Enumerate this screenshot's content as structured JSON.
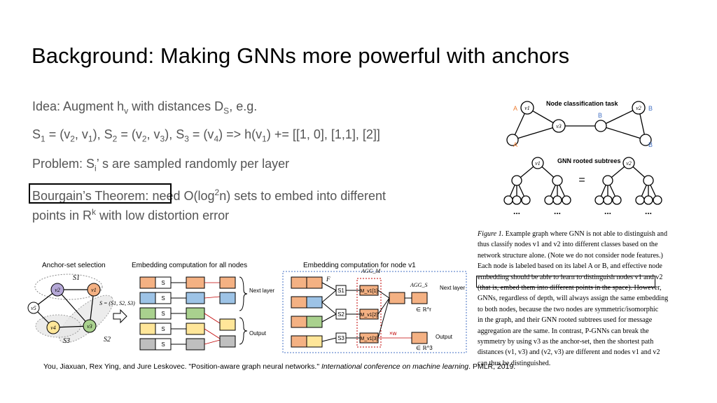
{
  "slide": {
    "title": "Background: Making GNNs more powerful with anchors",
    "bullets": {
      "idea": {
        "pre": "Idea: Augment h",
        "sub1": "v",
        "mid": " with distances D",
        "sub2": "S",
        "post": ", e.g."
      },
      "sets": {
        "parts": [
          "S",
          "1",
          " = (v",
          "2",
          ", v",
          "1",
          "), S",
          "2",
          " = (v",
          "2",
          ", v",
          "3",
          "), S",
          "3",
          " = (v",
          "4",
          ") => h(v",
          "1",
          ") += [[1, 0], [1,1], [2]]"
        ]
      },
      "problem": {
        "pre": "Problem: S",
        "sub": "i",
        "post": "’ s are sampled randomly per layer"
      },
      "bourgain": {
        "boxed": "Bourgain’s Theorem:",
        "pre": " need O(log",
        "sup": "2",
        "post": "n) sets to embed into different",
        "line2_pre": "points in R",
        "line2_sup": "k",
        "line2_post": " with low distortion error"
      }
    },
    "citation": {
      "pre": "You, Jiaxuan, Rex Ying, and Jure Leskovec. \"Position-aware graph neural networks.\" ",
      "venue": "International conference on machine learning",
      "post": ". PMLR, 2019."
    }
  },
  "figure1": {
    "top_label": "Node classification task",
    "subtree_label": "GNN rooted subtrees",
    "node_labels": {
      "A": "A",
      "B": "B"
    },
    "equals": "=",
    "dots": "...",
    "nodes": [
      "v1",
      "v2",
      "v3"
    ],
    "caption": {
      "fig": "Figure 1.",
      "l1": " Example graph where GNN is not able to distinguish and",
      "l2": "thus classify nodes v1 and v2 into different classes based on the",
      "l3": "network structure alone. (Note we do not consider node features.)",
      "l4": "Each node is labeled based on its label A or B, and effective node",
      "l5": "embedding should be able to learn to distinguish nodes v1 and v2",
      "l6a": "(that is, embed them into different points in the space).",
      "l6b": " However,",
      "l7": "GNNs, regardless of depth, will always assign the same embedding",
      "l8": "to both nodes, because the two nodes are symmetric/isomorphic",
      "l9": "in the graph, and their GNN rooted subtrees used for message",
      "l10": "aggregation are the same. In contrast, P-GNNs can break the",
      "l11": "symmetry by using v3 as the anchor-set, then the shortest path",
      "l12": "distances (v1, v3) and (v2, v3) are different and nodes v1 and v2",
      "l13": "can thus be distinguished."
    }
  },
  "figure2": {
    "anchor_title": "Anchor-set selection",
    "embed_all_title": "Embedding computation for all nodes",
    "embed_node_title": "Embedding computation for node v1",
    "set_eq": "S = (S1, S2, S3)",
    "next_layer": "Next layer",
    "output": "Output",
    "rows": [
      "v1",
      "v2",
      "v3",
      "v4",
      "v5"
    ],
    "s_label": "S",
    "set_labels": [
      "S1",
      "S2",
      "S3"
    ],
    "f_label": "F",
    "agg_m": "AGG_M",
    "agg_s": "AGG_S",
    "r_r": "∈ ℝ^r",
    "r_3": "∈ ℝ^3",
    "w_label": "×w",
    "m_labels": [
      "M_v1[1]",
      "M_v1[2]",
      "M_v1[3]"
    ]
  },
  "colors": {
    "orange": "#f4b183",
    "blue": "#9dc3e6",
    "green": "#a9d18e",
    "yellow": "#ffe699",
    "purple": "#b4a7d6",
    "gray": "#bfbfbf",
    "accent_blue": "#4472c4",
    "label_orange": "#ed7d31",
    "red": "#c00000"
  }
}
